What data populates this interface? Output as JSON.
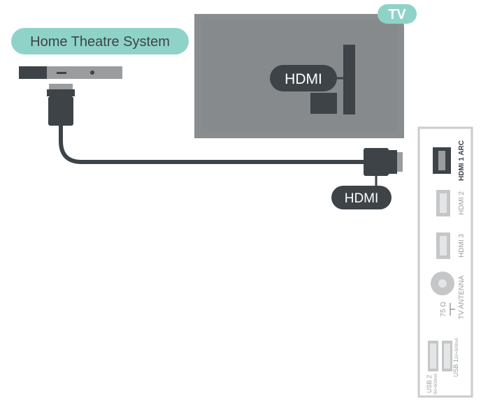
{
  "labels": {
    "home_theatre": "Home Theatre System",
    "tv": "TV",
    "hdmi_tv": "HDMI",
    "hdmi_cable": "HDMI"
  },
  "panel": {
    "hdmi1": "HDMI 1 ARC",
    "hdmi2": "HDMI 2",
    "hdmi3": "HDMI 3",
    "antenna_ohm": "75 Ω",
    "antenna_label": "TV ANTENNA",
    "usb1": "USB 1",
    "usb1_spec": "5V=500mA",
    "usb2": "USB 2",
    "usb2_spec": "5V=500mA"
  },
  "colors": {
    "teal": "#8fd3c8",
    "dark": "#3d4347",
    "tv_grey": "#8a8d8f",
    "device_grey": "#9a9c9e",
    "panel_border": "#c9cbcc",
    "port_grey": "#c4c6c7"
  }
}
